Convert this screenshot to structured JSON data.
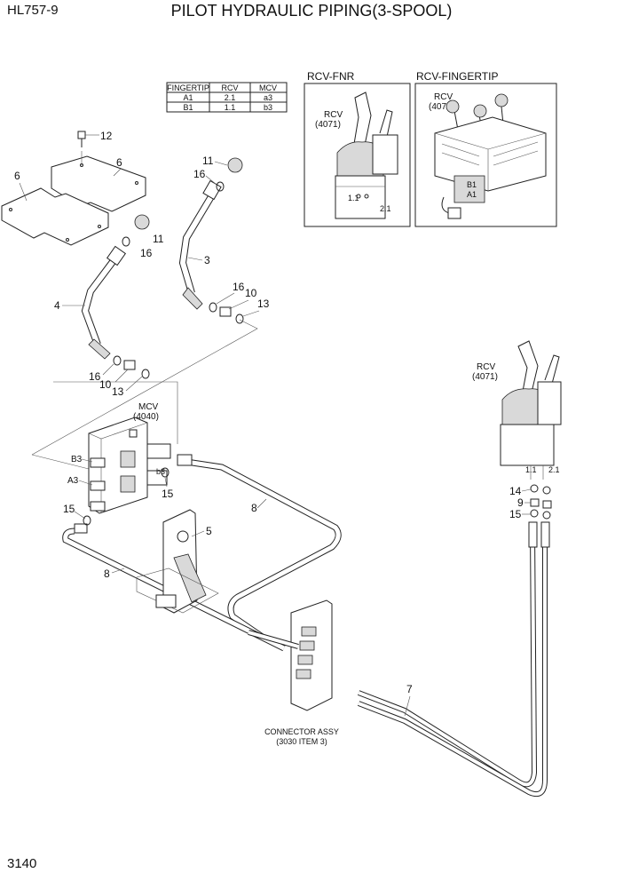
{
  "header": {
    "model": "HL757-9",
    "title": "PILOT HYDRAULIC PIPING(3-SPOOL)"
  },
  "page_number": "3140",
  "table": {
    "headers": [
      "FINGERTIP",
      "RCV",
      "MCV"
    ],
    "rows": [
      [
        "A1",
        "2.1",
        "a3"
      ],
      [
        "B1",
        "1.1",
        "b3"
      ]
    ]
  },
  "insets": {
    "fnr": {
      "title": "RCV-FNR",
      "rcv_label": "RCV",
      "rcv_code": "(4071)",
      "port_a": "1.1",
      "port_b": "2.1"
    },
    "fingertip": {
      "title": "RCV-FINGERTIP",
      "rcv_label": "RCV",
      "rcv_code": "(4073)",
      "port_a": "B1",
      "port_b": "A1"
    }
  },
  "components": {
    "mcv_label": "MCV",
    "mcv_code": "(4040)",
    "rcv_label": "RCV",
    "rcv_code": "(4071)",
    "rcv_port_a": "1.1",
    "rcv_port_b": "2.1",
    "port_b3": "B3",
    "port_a3": "A3",
    "port_b3_small": "b3",
    "connector_line1": "CONNECTOR ASSY",
    "connector_line2": "(3030 ITEM 3)"
  },
  "callouts": {
    "c12": "12",
    "c6a": "6",
    "c6b": "6",
    "c11a": "11",
    "c16a": "16",
    "c11b": "11",
    "c16b": "16",
    "c3": "3",
    "c4": "4",
    "c16c": "16",
    "c10a": "10",
    "c13a": "13",
    "c16d": "16",
    "c10b": "10",
    "c13b": "13",
    "c15a": "15",
    "c15b": "15",
    "c8a": "8",
    "c8b": "8",
    "c5": "5",
    "c14": "14",
    "c9": "9",
    "c15c": "15",
    "c7": "7"
  }
}
